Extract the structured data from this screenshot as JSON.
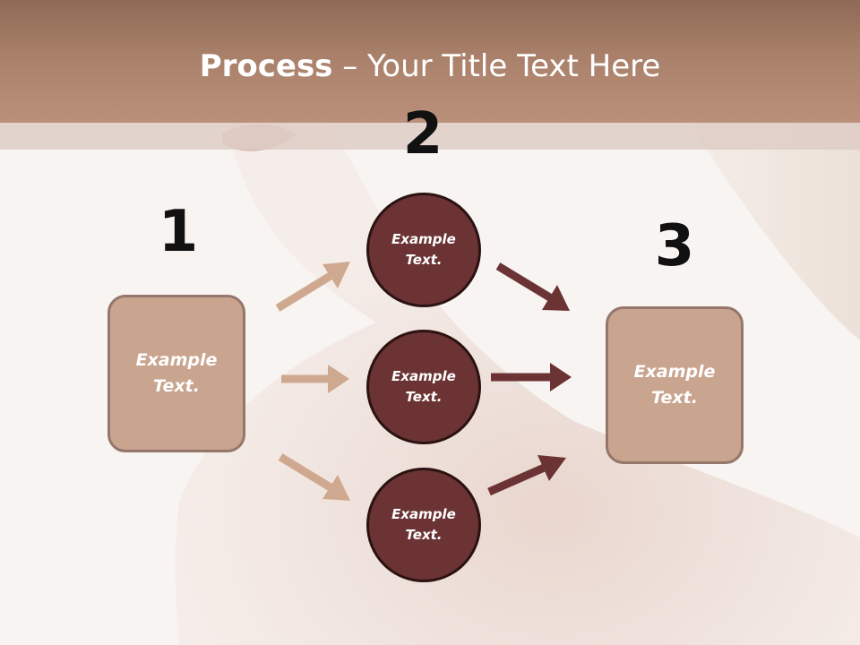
{
  "title": {
    "bold": "Process",
    "rest": " – Your Title Text Here"
  },
  "steps": [
    {
      "number": "1",
      "label": "Example Text."
    },
    {
      "number": "2",
      "labels": [
        "Example Text.",
        "Example Text.",
        "Example Text."
      ]
    },
    {
      "number": "3",
      "label": "Example Text."
    }
  ],
  "colors": {
    "header": "#a9806a",
    "box_fill": "#c9a48f",
    "box_border": "#94776a",
    "circle_fill": "#6b3333",
    "circle_border": "#2b1212",
    "arrow_light": "#cfa98f",
    "arrow_dark": "#6b3333"
  }
}
